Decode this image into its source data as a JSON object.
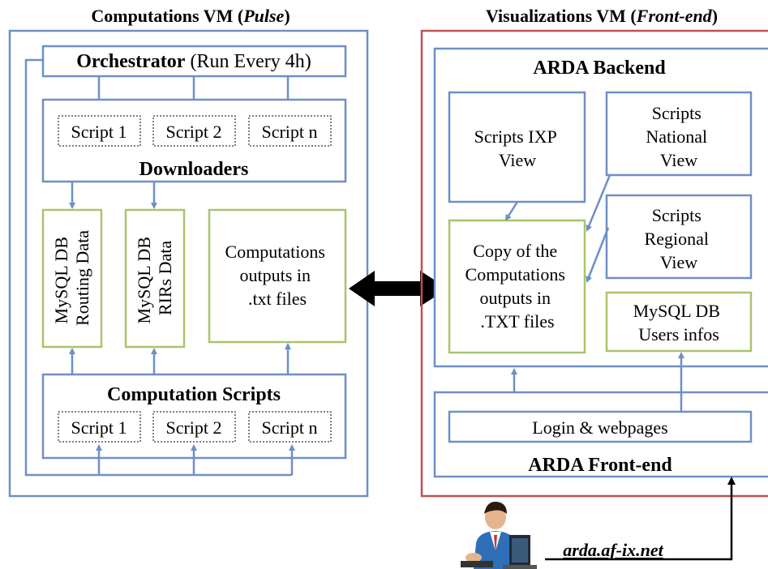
{
  "computations_vm": {
    "title_prefix": "Computations VM (",
    "title_italic": "Pulse",
    "title_suffix": ")"
  },
  "visualizations_vm": {
    "title_prefix": "Visualizations VM (",
    "title_italic": "Front-end",
    "title_suffix": ")"
  },
  "orchestrator": {
    "label": "Orchestrator",
    "note": " (Run Every 4h)"
  },
  "downloaders": {
    "label": "Downloaders",
    "scripts": [
      "Script 1",
      "Script 2",
      "Script n"
    ]
  },
  "storage": {
    "routing_db": [
      "MySQL DB",
      "Routing Data"
    ],
    "rirs_db": [
      "MySQL DB",
      "RIRs Data"
    ],
    "outputs": [
      "Computations",
      "outputs in",
      ".txt files"
    ]
  },
  "computation_scripts": {
    "label": "Computation Scripts",
    "scripts": [
      "Script 1",
      "Script 2",
      "Script n"
    ]
  },
  "arda_backend": {
    "label": "ARDA Backend",
    "ixp_view": [
      "Scripts IXP",
      "View"
    ],
    "national_view": [
      "Scripts",
      "National",
      "View"
    ],
    "regional_view": [
      "Scripts",
      "Regional",
      "View"
    ],
    "copy_outputs": [
      "Copy of the",
      "Computations",
      "outputs in",
      ".TXT files"
    ],
    "users_db": [
      "MySQL DB",
      "Users infos"
    ]
  },
  "arda_frontend": {
    "label": "ARDA Front-end",
    "login": "Login & webpages"
  },
  "user": {
    "url": "arda.af-ix.net",
    "icon": "user-at-computer-icon"
  },
  "colors": {
    "blue": "#6f8fc5",
    "green": "#a9c46c",
    "red": "#c0504d"
  }
}
